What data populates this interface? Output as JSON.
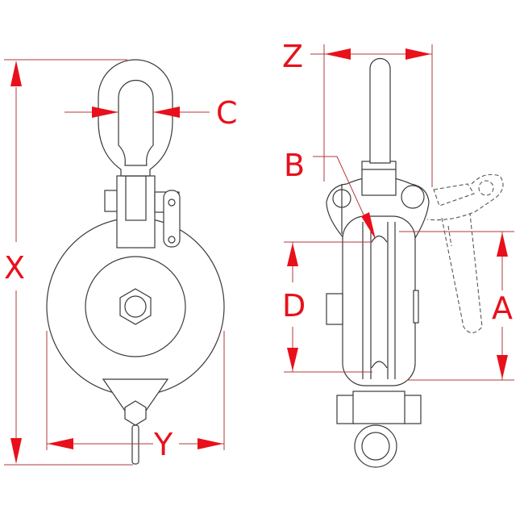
{
  "labels": {
    "x": "X",
    "y": "Y",
    "c": "C",
    "z": "Z",
    "b": "B",
    "d": "D",
    "a": "A"
  },
  "colors": {
    "dimension": "#e8101a",
    "linework": "#3a3a3a",
    "background": "#ffffff"
  }
}
